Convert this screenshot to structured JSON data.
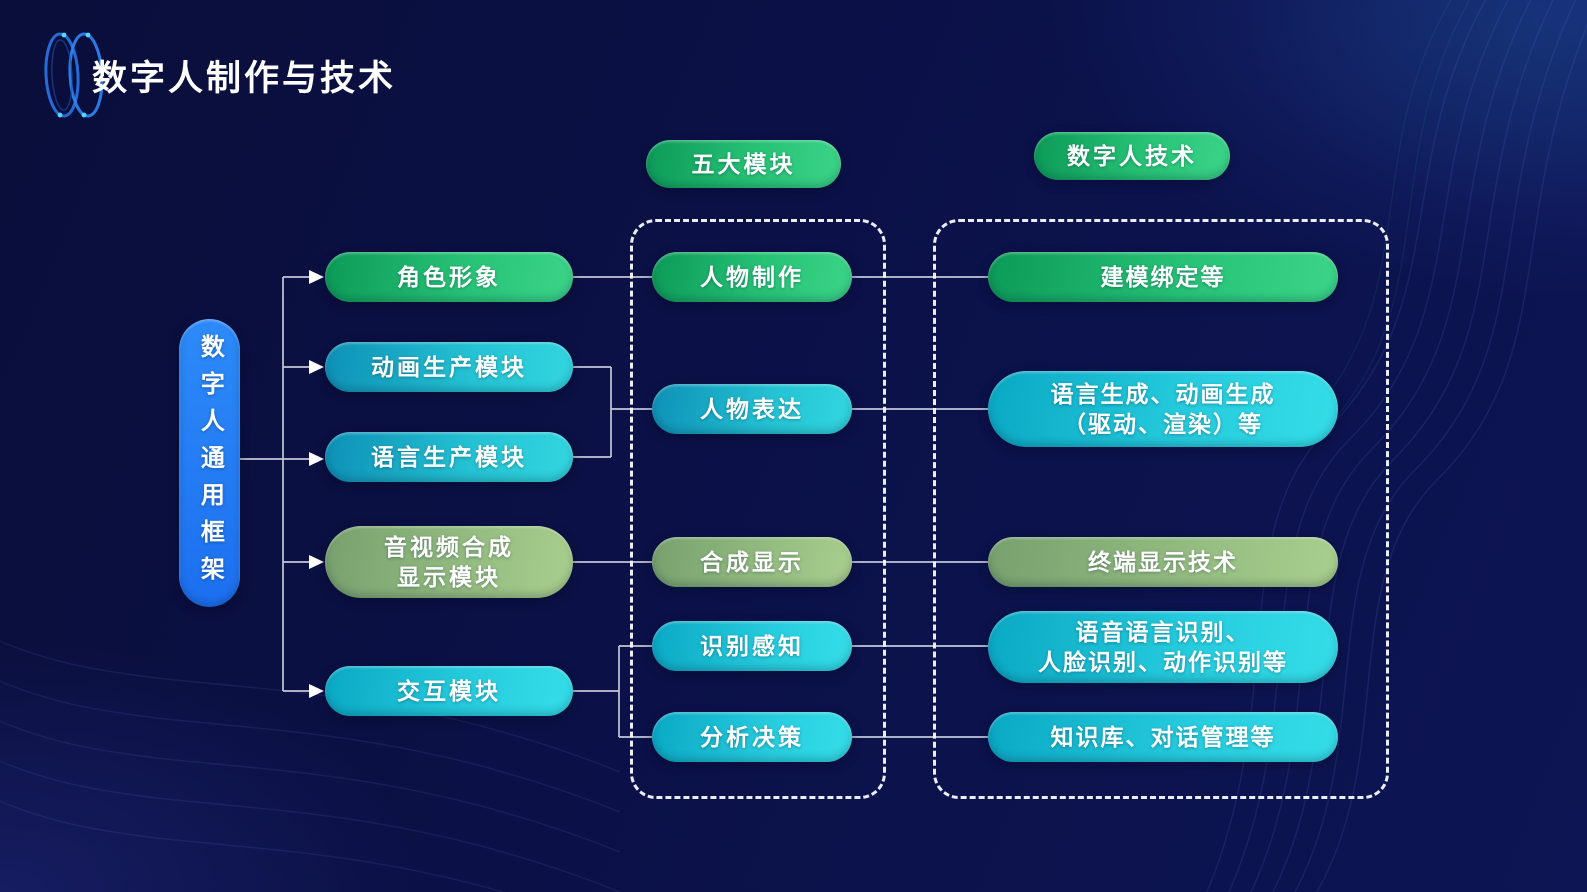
{
  "page": {
    "title": "数字人制作与技术"
  },
  "badges": {
    "modules_label": "五大模块",
    "tech_label": "数字人技术"
  },
  "framework": {
    "label": "数字人通用框架"
  },
  "left_modules": [
    {
      "label": "角色形象",
      "color": "green"
    },
    {
      "label": "动画生产模块",
      "color": "teal"
    },
    {
      "label": "语言生产模块",
      "color": "teal"
    },
    {
      "line1": "音视频合成",
      "line2": "显示模块",
      "color": "olive"
    },
    {
      "label": "交互模块",
      "color": "cyan"
    }
  ],
  "middle_modules": [
    {
      "label": "人物制作",
      "color": "green"
    },
    {
      "label": "人物表达",
      "color": "teal"
    },
    {
      "label": "合成显示",
      "color": "olive"
    },
    {
      "label": "识别感知",
      "color": "cyan"
    },
    {
      "label": "分析决策",
      "color": "cyan"
    }
  ],
  "right_techs": [
    {
      "label": "建模绑定等",
      "color": "green"
    },
    {
      "line1": "语言生成、动画生成",
      "line2": "（驱动、渲染）等",
      "color": "cyan"
    },
    {
      "label": "终端显示技术",
      "color": "olive"
    },
    {
      "line1": "语音语言识别、",
      "line2": "人脸识别、动作识别等",
      "color": "cyan"
    },
    {
      "label": "知识库、对话管理等",
      "color": "cyan"
    }
  ],
  "colors": {
    "background": "#0b1147",
    "accent_blue": "#1f78f3",
    "green": "#27c276",
    "teal": "#25c3d4",
    "cyan": "#27cdde",
    "olive": "#93bb80",
    "connector_line": "#ccd2e2",
    "dashed_border": "#f8faff"
  }
}
